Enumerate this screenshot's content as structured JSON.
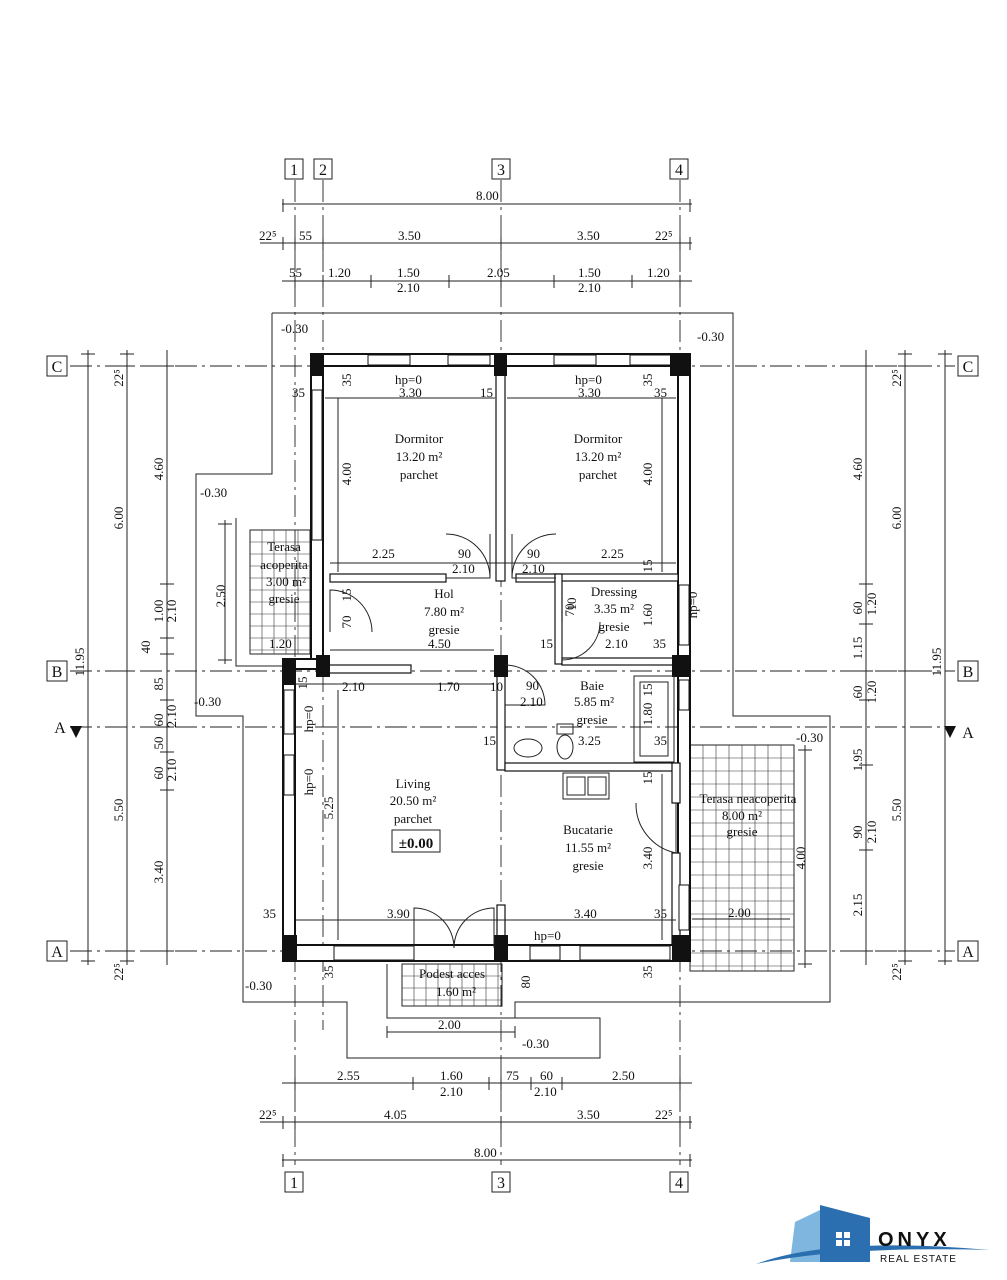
{
  "axes": {
    "cols_top": [
      "1",
      "2",
      "3",
      "4"
    ],
    "cols_bottom": [
      "1",
      "3",
      "4"
    ],
    "rows_left": [
      "C",
      "B",
      "A",
      "A"
    ],
    "rows_right": [
      "C",
      "B",
      "A",
      "A"
    ]
  },
  "dims_top": {
    "total": "8.00",
    "row2": [
      "22⁵",
      "55",
      "3.50",
      "3.50",
      "22⁵"
    ],
    "row3_top": [
      "55",
      "1.20",
      "1.50",
      "2.05",
      "1.50",
      "1.20"
    ],
    "row3_bottom": [
      "2.10",
      "2.10"
    ]
  },
  "dims_bottom": {
    "row1_top": [
      "2.55",
      "1.60",
      "75",
      "60",
      "2.50"
    ],
    "row1_bottom": [
      "2.10",
      "2.10"
    ],
    "row2": [
      "22⁵",
      "4.05",
      "3.50",
      "22⁵"
    ],
    "total": "8.00"
  },
  "dims_left": {
    "outer": "11.95",
    "upper_total": "6.00",
    "lower_total": "5.50",
    "segs_a": [
      "22⁵",
      "4.60",
      "40",
      "85",
      "3.40",
      "22⁵"
    ],
    "segs_b": [
      "1.00",
      "2.10",
      "60",
      "2.10",
      "60",
      "2.10",
      "50"
    ],
    "terrace_dim": "2.50",
    "terrace_width": "1.20"
  },
  "dims_right": {
    "outer": "11.95",
    "upper_total": "6.00",
    "lower_total": "5.50",
    "segs_a": [
      "22⁵",
      "4.60",
      "1.15",
      "1.95",
      "2.15",
      "22⁵"
    ],
    "segs_b": [
      "60",
      "1.20",
      "60",
      "1.20",
      "90",
      "2.10"
    ],
    "terrace_dim": "4.00"
  },
  "levels": [
    "-0.30",
    "-0.30",
    "-0.30",
    "-0.30",
    "-0.30",
    "-0.30",
    "-0.30"
  ],
  "rooms": {
    "dormitor_left": {
      "name": "Dormitor",
      "area": "13.20 m²",
      "floor": "parchet"
    },
    "dormitor_right": {
      "name": "Dormitor",
      "area": "13.20 m²",
      "floor": "parchet"
    },
    "hol": {
      "name": "Hol",
      "area": "7.80 m²",
      "floor": "gresie"
    },
    "dressing": {
      "name": "Dressing",
      "area": "3.35 m²",
      "floor": "gresie"
    },
    "baie": {
      "name": "Baie",
      "area": "5.85 m²",
      "floor": "gresie"
    },
    "living": {
      "name": "Living",
      "area": "20.50 m²",
      "floor": "parchet",
      "level": "±0.00"
    },
    "bucatarie": {
      "name": "Bucatarie",
      "area": "11.55 m²",
      "floor": "gresie"
    },
    "terasa_acoperita": {
      "line1": "Terasa",
      "line2": "acoperita",
      "area": "3.00 m²",
      "floor": "gresie"
    },
    "terasa_neacoperita": {
      "name": "Terasa neacoperita",
      "area": "8.00 m²",
      "floor": "gresie"
    },
    "podest": {
      "name": "Podest acces",
      "area": "1.60 m²"
    }
  },
  "inner_dims": {
    "hp0": "hp=0",
    "d_330": "3.30",
    "d_35": "35",
    "d_15": "15",
    "d_400": "4.00",
    "d_225": "2.25",
    "d_90": "90",
    "d_210": "2.10",
    "d_450": "4.50",
    "d_170": "1.70",
    "d_70": "70",
    "d_160": "1.60",
    "d_180": "1.80",
    "d_325": "3.25",
    "d_525": "5.25",
    "d_390": "3.90",
    "d_340": "3.40",
    "d_200": "2.00",
    "d_80": "80",
    "d_10": "10"
  },
  "logo": {
    "name": "ONYX",
    "tagline": "REAL ESTATE"
  },
  "colors": {
    "logo_blue": "#2b6fb0",
    "logo_light": "#7fb6e0",
    "logo_text": "#5fa8d8"
  }
}
